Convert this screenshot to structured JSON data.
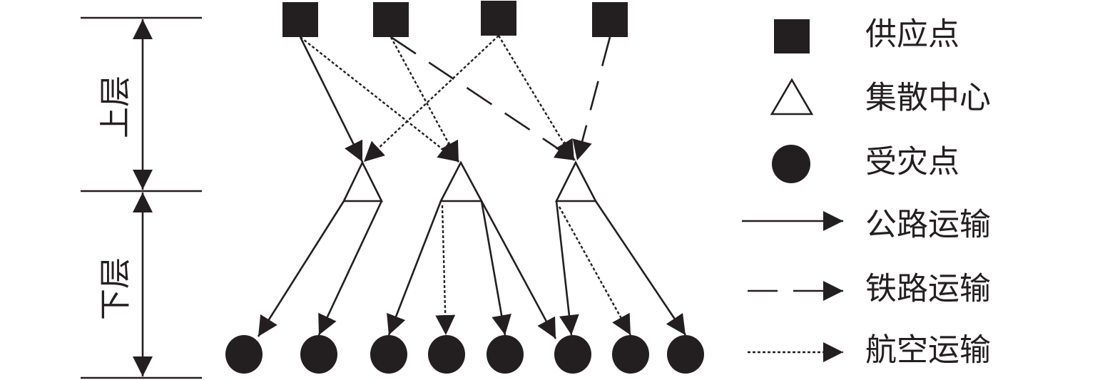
{
  "layers": {
    "upper": "上层",
    "lower": "下层"
  },
  "legend": [
    {
      "symbol": "square",
      "label": "供应点"
    },
    {
      "symbol": "triangle",
      "label": "集散中心"
    },
    {
      "symbol": "circle",
      "label": "受灾点"
    },
    {
      "symbol": "solid-arrow",
      "label": "公路运输"
    },
    {
      "symbol": "dashed-arrow",
      "label": "铁路运输"
    },
    {
      "symbol": "dotted-arrow",
      "label": "航空运输"
    }
  ],
  "colors": {
    "ink": "#231f20"
  }
}
